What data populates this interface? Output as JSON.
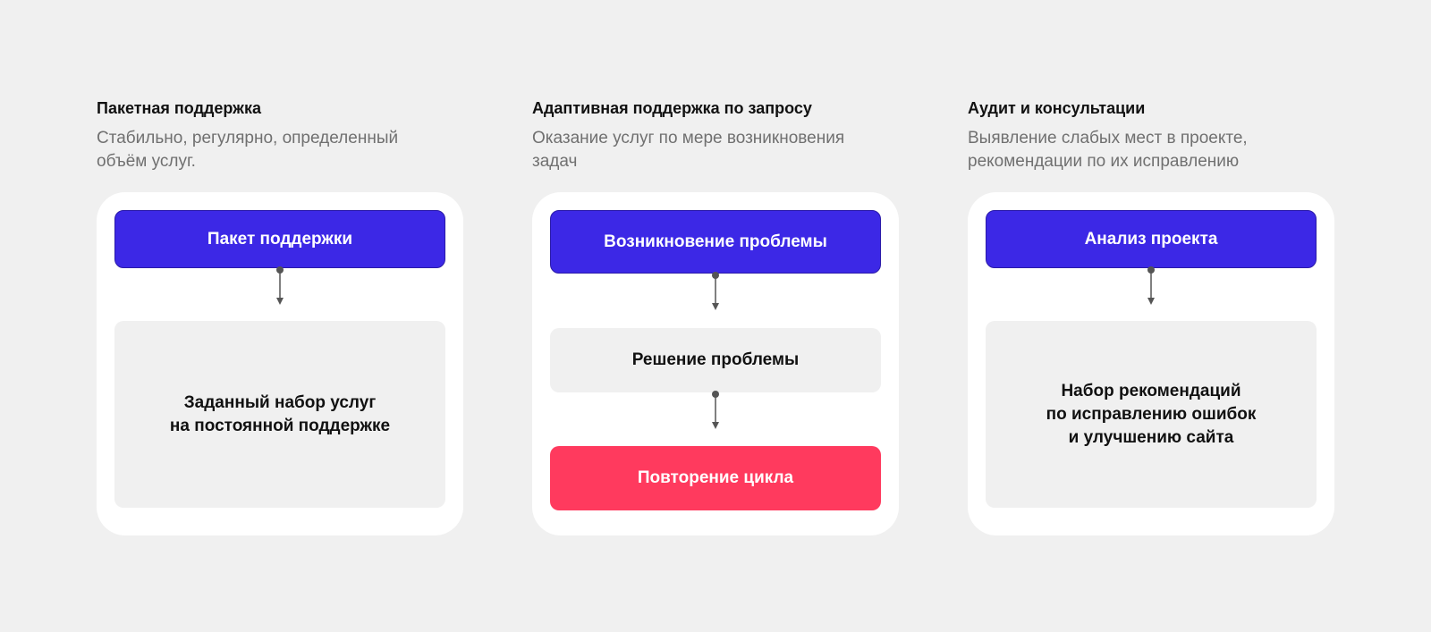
{
  "colors": {
    "background": "#f0f0f0",
    "card": "#ffffff",
    "primary": "#3c28e6",
    "neutral": "#f0f0f0",
    "alert": "#ff3a5e",
    "connector": "#555555",
    "description": "#707070"
  },
  "columns": [
    {
      "title": "Пакетная поддержка",
      "description": "Стабильно, регулярно, определенный\nобъём услуг.",
      "steps": [
        {
          "label": "Пакет поддержки",
          "kind": "primary"
        },
        {
          "label": "Заданный набор услуг\nна постоянной поддержке",
          "kind": "neutral"
        }
      ]
    },
    {
      "title": "Адаптивная поддержка по запросу",
      "description": "Оказание услуг по мере возникновения\nзадач",
      "steps": [
        {
          "label": "Возникновение проблемы",
          "kind": "primary"
        },
        {
          "label": "Решение проблемы",
          "kind": "neutral"
        },
        {
          "label": "Повторение цикла",
          "kind": "alert"
        }
      ]
    },
    {
      "title": "Аудит и консультации",
      "description": "Выявление слабых мест в проекте,\nрекомендации по их исправлению",
      "steps": [
        {
          "label": "Анализ проекта",
          "kind": "primary"
        },
        {
          "label": "Набор рекомендаций\nпо исправлению ошибок\nи улучшению сайта",
          "kind": "neutral"
        }
      ]
    }
  ]
}
